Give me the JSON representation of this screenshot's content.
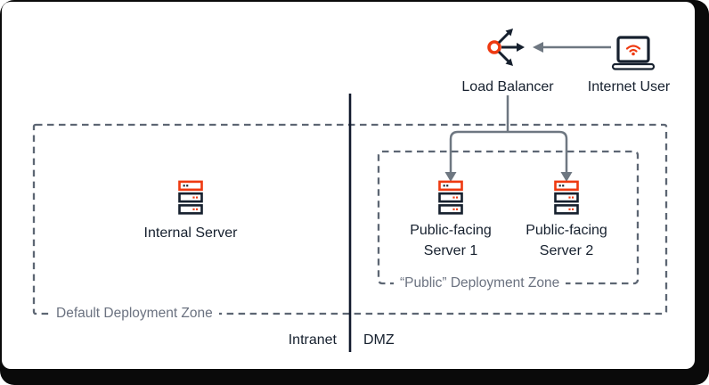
{
  "zones": {
    "default_label": "Default Deployment Zone",
    "public_label": "“Public” Deployment Zone"
  },
  "regions": {
    "left_label": "Intranet",
    "right_label": "DMZ"
  },
  "nodes": {
    "load_balancer": "Load Balancer",
    "internet_user": "Internet User",
    "internal_server": "Internal Server",
    "public_server_1": "Public-facing Server 1",
    "public_server_2": "Public-facing Server 2"
  },
  "connections": [
    {
      "from": "internet_user",
      "to": "load_balancer"
    },
    {
      "from": "load_balancer",
      "to": "public_server_1"
    },
    {
      "from": "load_balancer",
      "to": "public_server_2"
    }
  ],
  "icons": {
    "load_balancer": "load-balancer-icon",
    "internet_user": "laptop-wifi-icon",
    "servers": "server-stack-icon"
  },
  "colors": {
    "accent_red": "#ee3a11",
    "navy": "#16202e",
    "arrow_gray": "#6e7781",
    "dash_gray": "#5d6673",
    "zone_label_gray": "#6b7280",
    "frame_black": "#0a0a0a"
  }
}
